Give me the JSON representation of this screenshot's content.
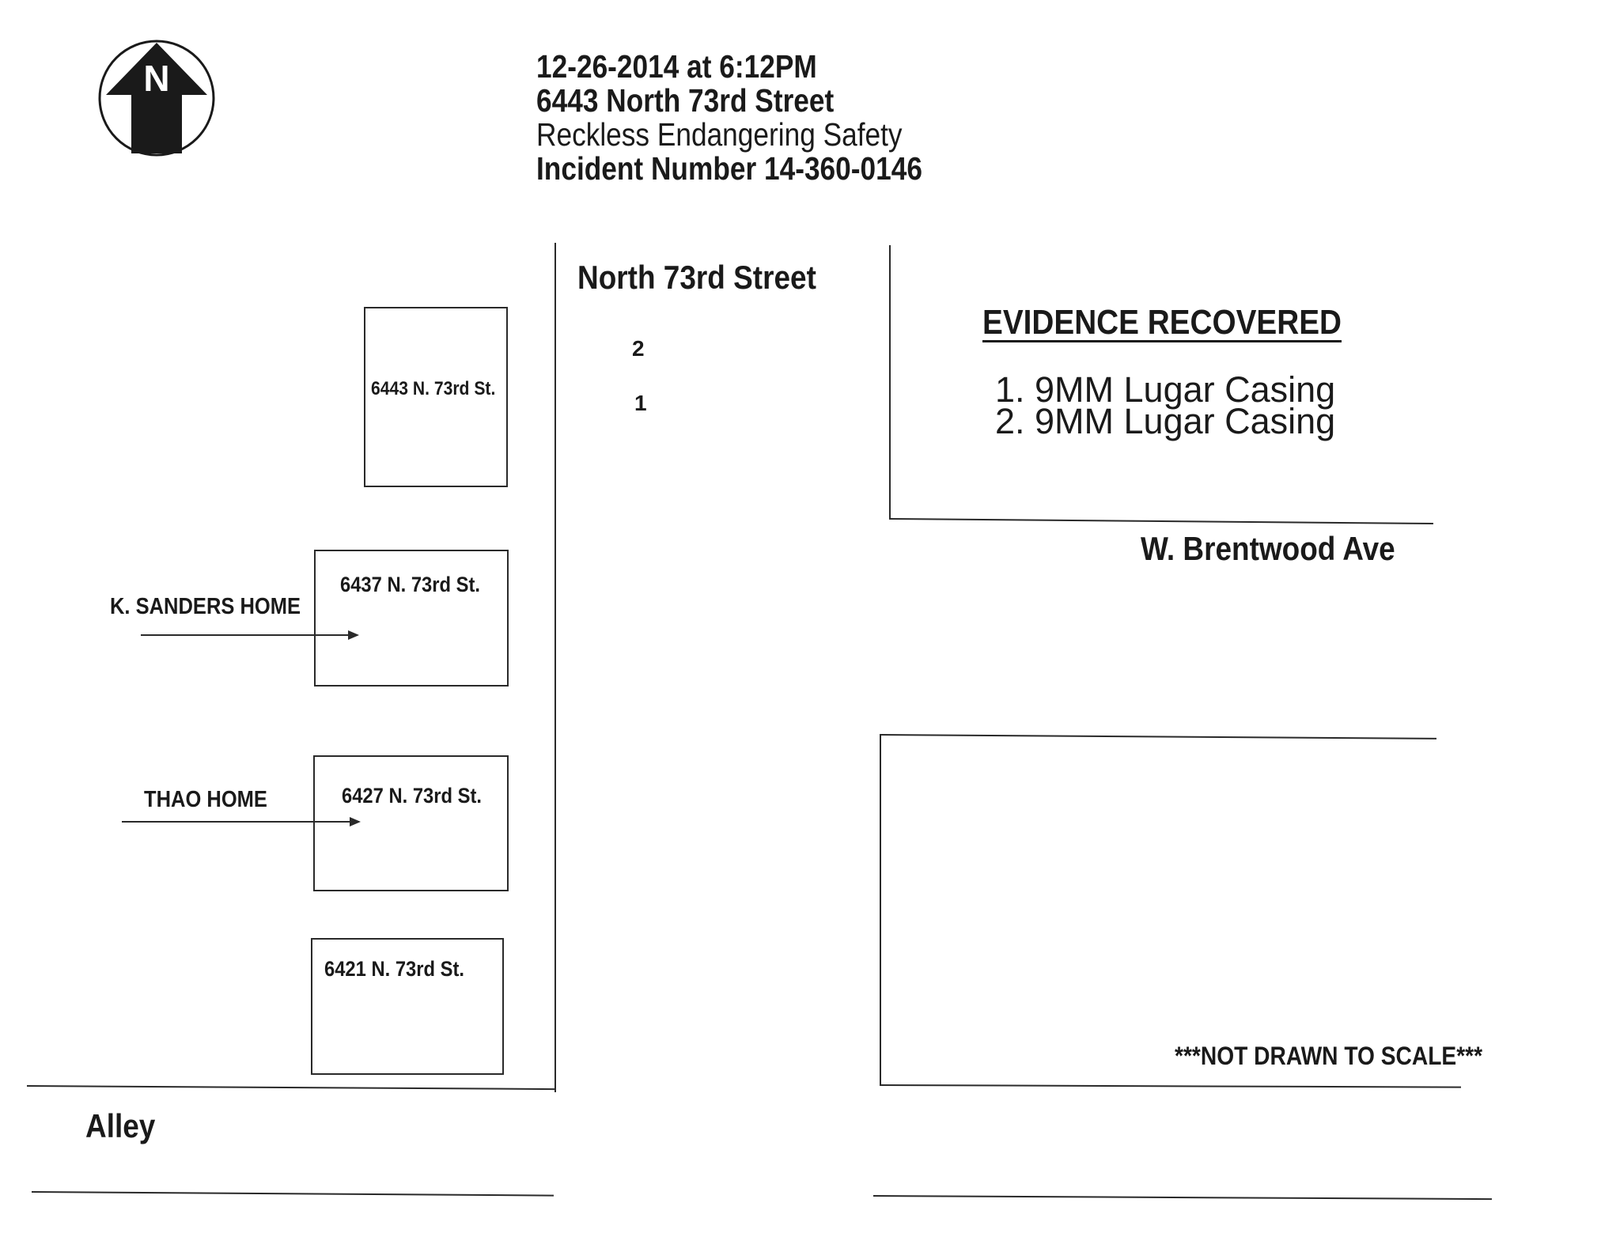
{
  "header": {
    "date_time": "12-26-2014 at 6:12PM",
    "address": "6443 North 73rd Street",
    "offense": "Reckless Endangering Safety",
    "incident": "Incident Number 14-360-0146"
  },
  "compass": {
    "letter": "N",
    "icon": "north-arrow-icon"
  },
  "streets": {
    "north_73rd": "North 73rd Street",
    "brentwood": "W. Brentwood Ave",
    "alley": "Alley"
  },
  "houses": [
    {
      "address": "6443 N. 73rd St."
    },
    {
      "address": "6437 N. 73rd St."
    },
    {
      "address": "6427 N. 73rd St."
    },
    {
      "address": "6421 N. 73rd St."
    }
  ],
  "homes": {
    "sanders": "K. SANDERS HOME",
    "thao": "THAO HOME"
  },
  "markers": [
    "2",
    "1"
  ],
  "evidence": {
    "title": "EVIDENCE RECOVERED",
    "items": [
      "1. 9MM Lugar Casing",
      "2. 9MM Lugar Casing"
    ]
  },
  "note": "***NOT DRAWN TO SCALE***"
}
